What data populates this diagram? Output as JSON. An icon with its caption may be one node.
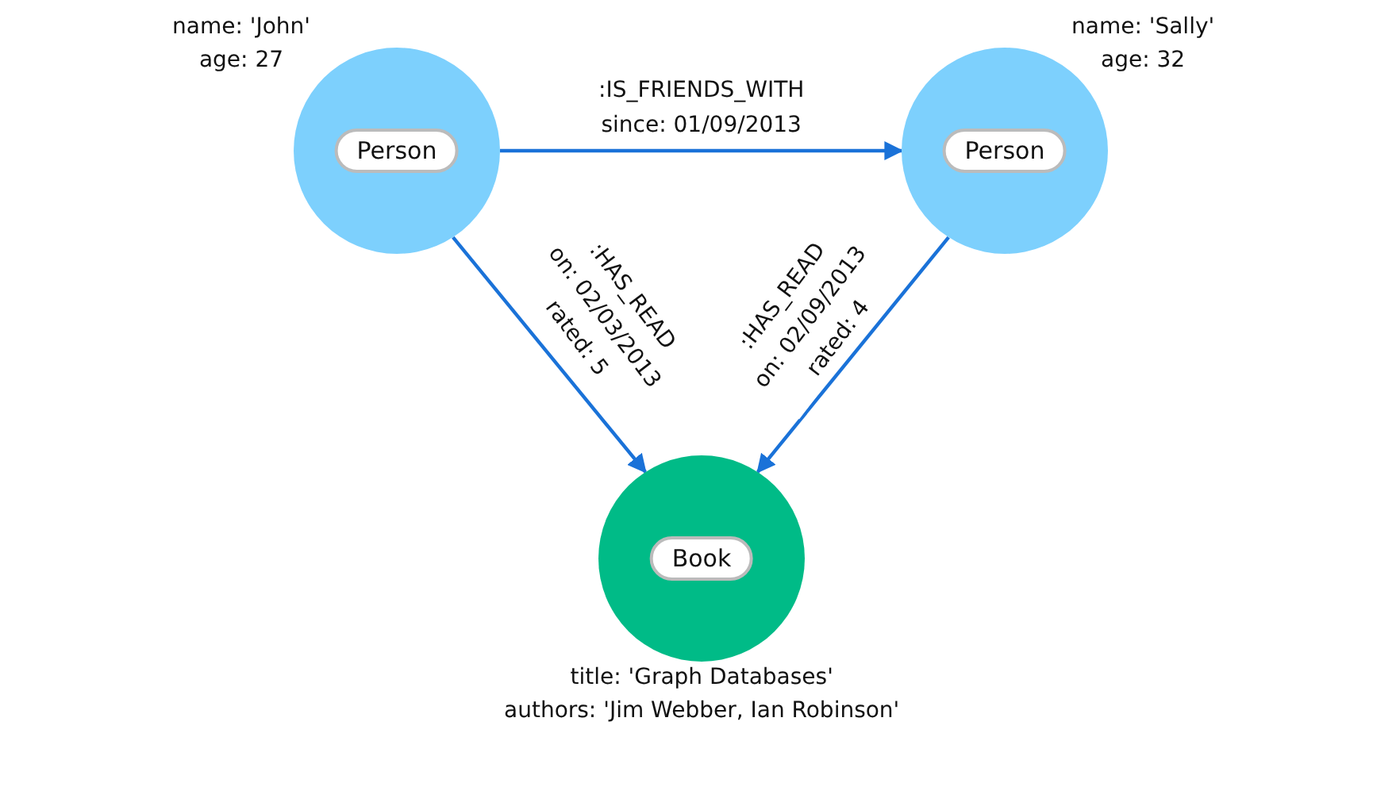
{
  "diagram": {
    "nodes": [
      {
        "text": [
          "Person"
        ],
        "beside": [
          "name: 'John' age: 27"
        ]
      },
      {
        "text": [
          "Person"
        ],
        "beside": [
          "name: 'Sally' age: 32"
        ]
      },
      {
        "text": [
          "Book"
        ],
        "beside": [
          "title: 'Graph Databases' authors: 'Jim Webber, Ian Robinson'"
        ]
      }
    ],
    "edges": [
      {
        "from": 0,
        "to": 1,
        "arrow": "to",
        "label": ":IS_FRIENDS_WITH since: 01/09/2013"
      },
      {
        "from": 0,
        "to": 2,
        "arrow": "to",
        "label": ":HAS_READ on: 02/03/2013 rated: 5"
      },
      {
        "from": 1,
        "to": 2,
        "arrow": "to",
        "label": ":HAS_READ on: 02/09/2013 rated: 4"
      }
    ]
  }
}
